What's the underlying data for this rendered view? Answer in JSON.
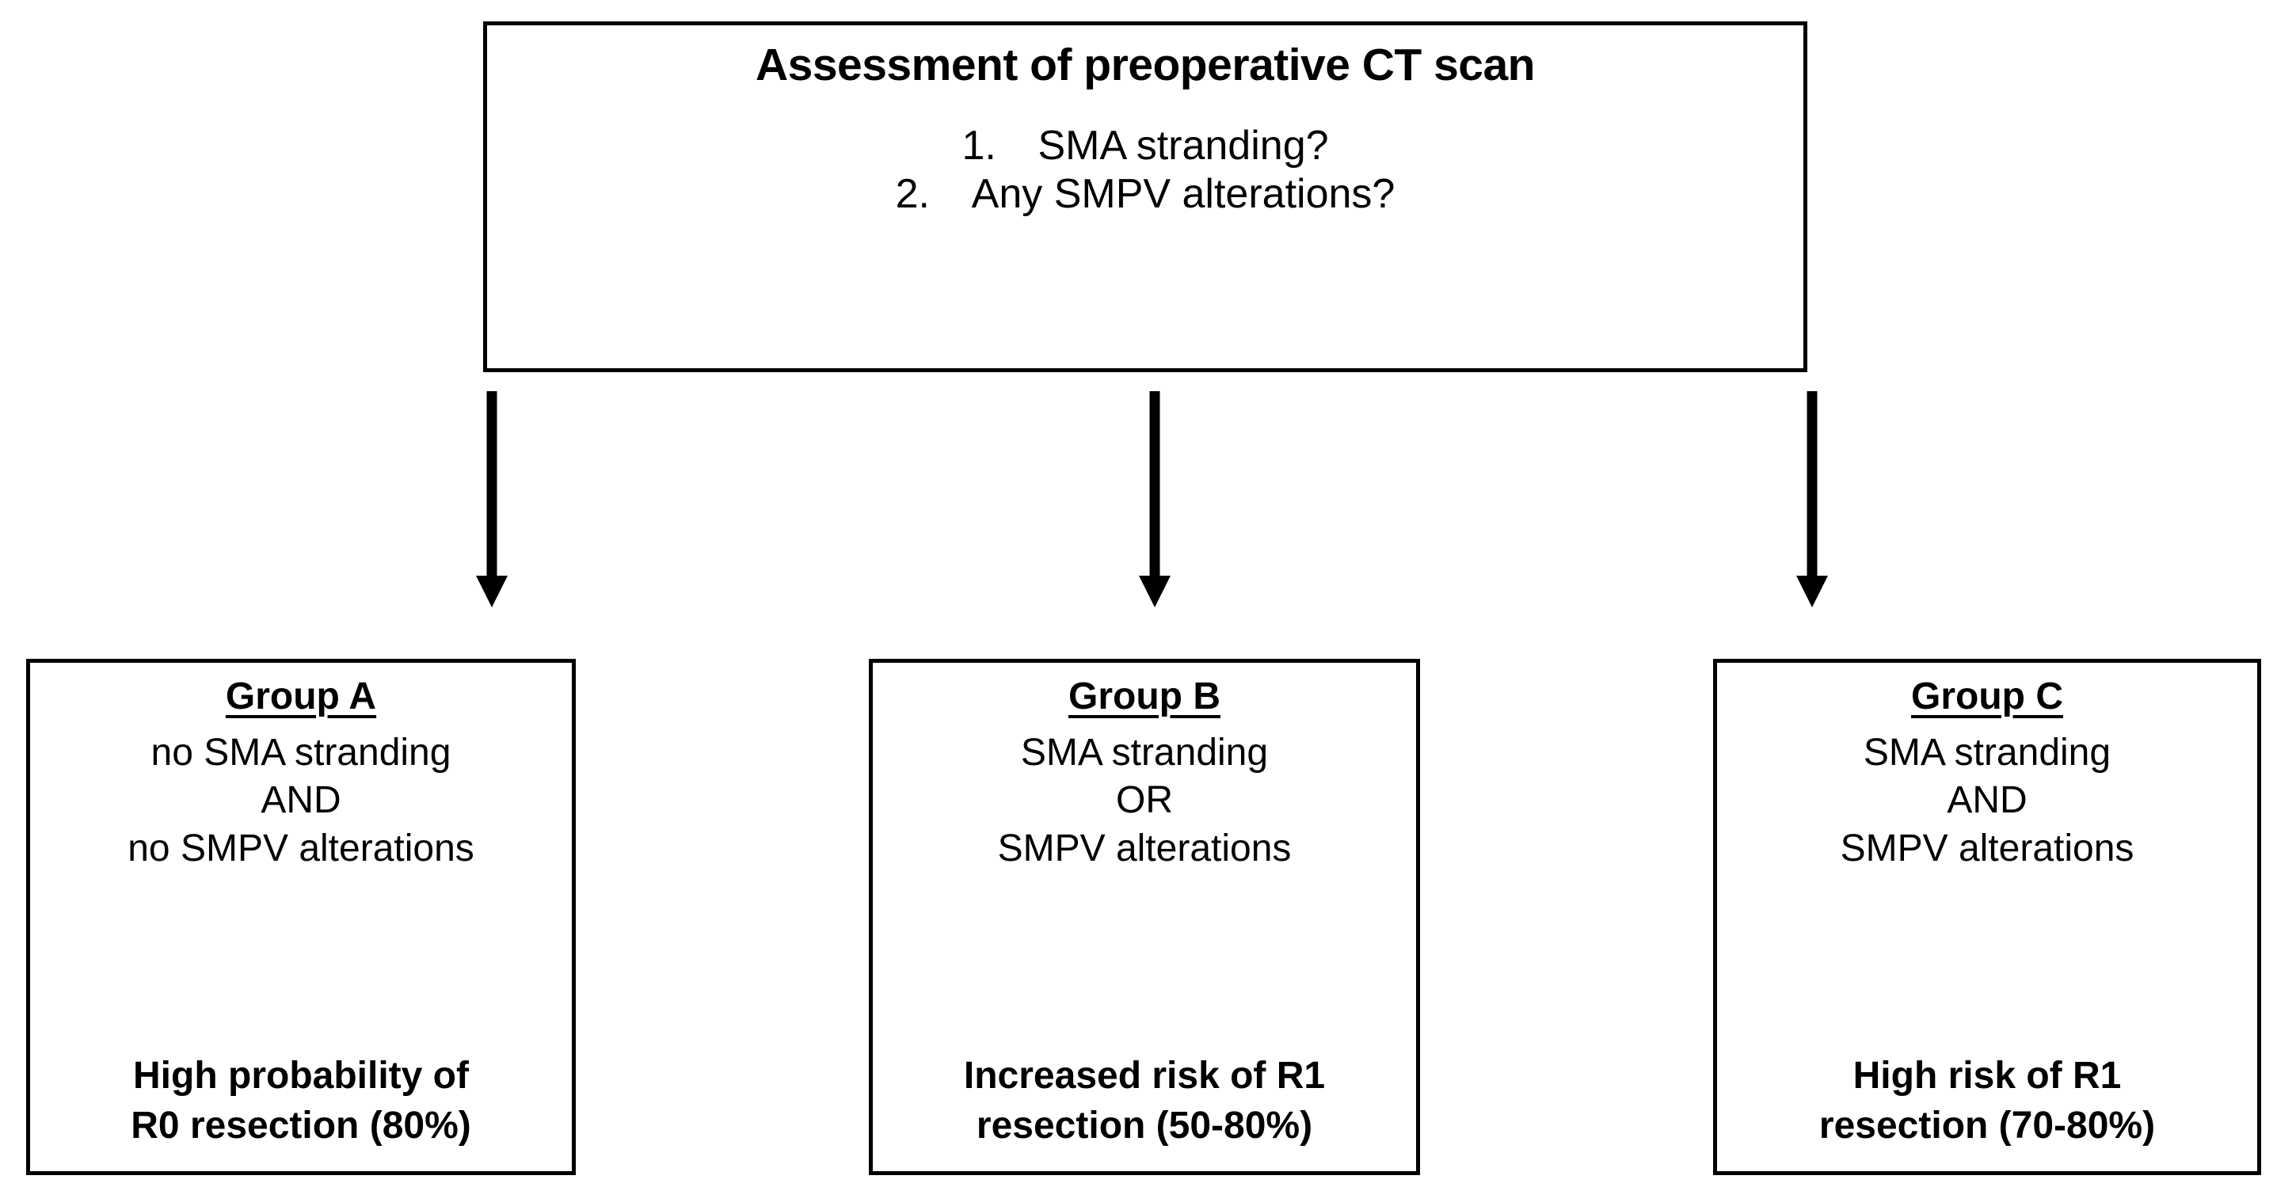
{
  "diagram": {
    "title_box": {
      "title": "Assessment of preoperative CT scan",
      "questions": [
        {
          "number": "1.",
          "text": "SMA stranding?"
        },
        {
          "number": "2.",
          "text": "Any SMPV alterations?"
        }
      ]
    },
    "arrows": [
      {
        "name": "arrow-to-group-a",
        "direction": "down"
      },
      {
        "name": "arrow-to-group-b",
        "direction": "down"
      },
      {
        "name": "arrow-to-group-c",
        "direction": "down"
      }
    ],
    "groups": [
      {
        "id": "group-a",
        "title": "Group A",
        "criteria": [
          "no SMA stranding",
          "AND",
          "no SMPV alterations"
        ],
        "conclusion": [
          "High probability of",
          "R0 resection (80%)"
        ]
      },
      {
        "id": "group-b",
        "title": "Group B",
        "criteria": [
          "SMA stranding",
          "OR",
          "SMPV alterations"
        ],
        "conclusion": [
          "Increased risk of R1",
          "resection (50-80%)"
        ]
      },
      {
        "id": "group-c",
        "title": "Group C",
        "criteria": [
          "SMA stranding",
          "AND",
          "SMPV alterations"
        ],
        "conclusion": [
          "High risk of R1",
          "resection (70-80%)"
        ]
      }
    ],
    "colors": {
      "stroke": "#000000",
      "background": "#ffffff",
      "text": "#000000"
    }
  }
}
